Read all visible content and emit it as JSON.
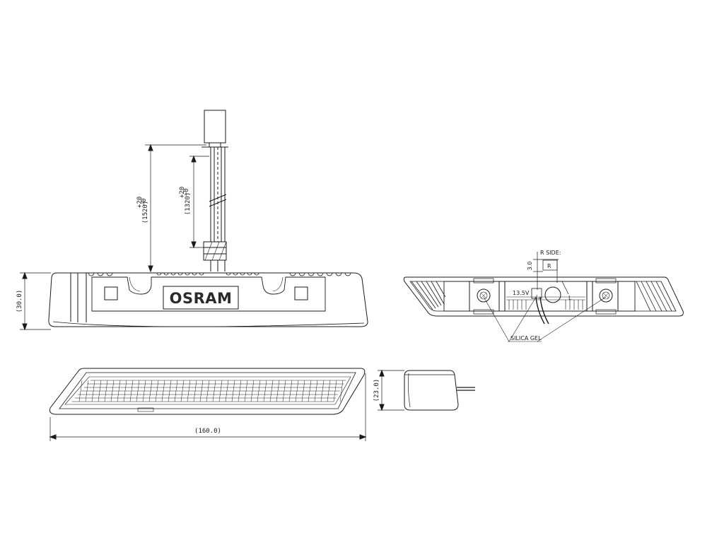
{
  "drawing": {
    "brand_label": "OSRAM",
    "dimensions": {
      "cable_long": "(1520)",
      "cable_long_tol_plus": "+20",
      "cable_long_tol_minus": "−0",
      "cable_short": "(1320)",
      "cable_short_tol_plus": "+20",
      "cable_short_tol_minus": "−0",
      "height_front": "(30.0)",
      "length_top": "(160.0)",
      "depth_side": "(23.0)",
      "r_side_offset": "3.0"
    },
    "annotations": {
      "r_side": "R SIDE:",
      "r_letter": "R",
      "l_letter": "L",
      "silica_gel": "SILICA GEL",
      "voltage_label": "13.5V"
    }
  }
}
